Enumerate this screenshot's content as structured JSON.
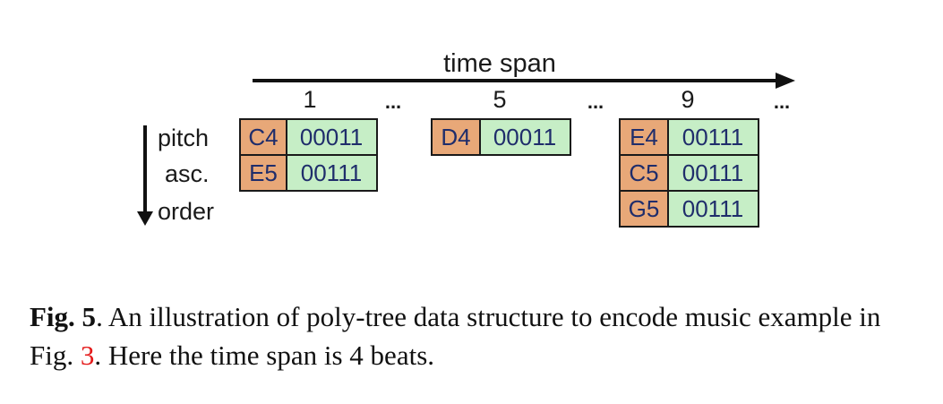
{
  "diagram": {
    "axis_label": "time span",
    "time_ticks": [
      "1",
      "5",
      "9"
    ],
    "ellipsis": "...",
    "vertical_label": [
      "pitch",
      "asc.",
      "order"
    ],
    "columns": [
      {
        "notes": [
          {
            "pitch": "C4",
            "code": "00011"
          },
          {
            "pitch": "E5",
            "code": "00111"
          }
        ]
      },
      {
        "notes": [
          {
            "pitch": "D4",
            "code": "00011"
          }
        ]
      },
      {
        "notes": [
          {
            "pitch": "E4",
            "code": "00111"
          },
          {
            "pitch": "C5",
            "code": "00111"
          },
          {
            "pitch": "G5",
            "code": "00111"
          }
        ]
      }
    ]
  },
  "caption": {
    "fig_label": "Fig. 5",
    "text_1": ". An illustration of poly-tree data structure to encode music example in Fig. ",
    "ref": "3",
    "text_2": ". Here the time span is 4 beats."
  },
  "colors": {
    "note_cell": "#e8a878",
    "code_cell": "#c6eec6",
    "cell_text": "#1f2d6b",
    "ref_text": "#e41b1b"
  }
}
